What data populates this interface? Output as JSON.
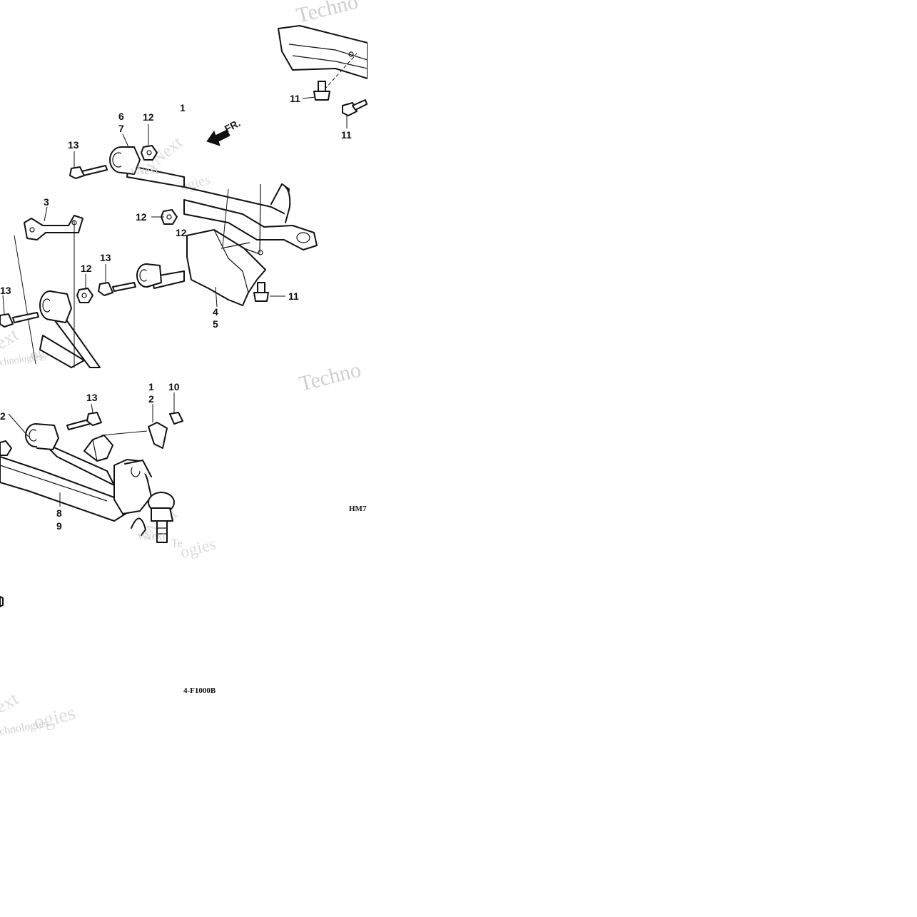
{
  "watermarks": {
    "brand": "Technologies",
    "brand_short": "vNext",
    "brand_prefix": "Techno",
    "partial_t": "Te",
    "partial_ext": "ext",
    "partial_ogies": "ogies",
    "partial_chnologies": "chnologies"
  },
  "callouts": {
    "c1": "1",
    "c2": "2",
    "c3": "3",
    "c4": "4",
    "c5": "5",
    "c6": "6",
    "c7": "7",
    "c8": "8",
    "c9": "9",
    "c10": "10",
    "c11": "11",
    "c12": "12",
    "c13": "13"
  },
  "direction_label": "FR.",
  "diagram_codes": {
    "code_a": "HM7",
    "code_b": "4-F1000B"
  }
}
